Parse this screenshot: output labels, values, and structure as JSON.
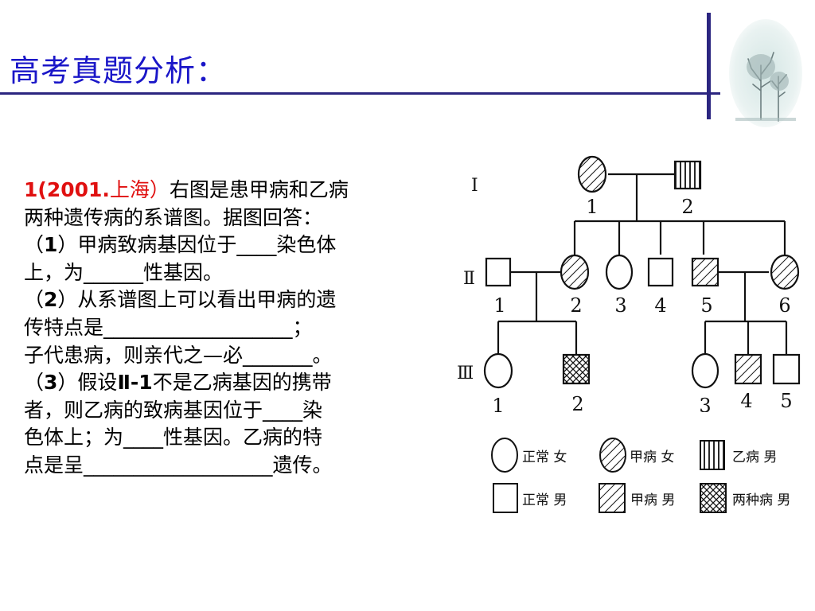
{
  "title": "高考真题分析：",
  "question": {
    "source_num": "1(2001.",
    "source_place": "上海）",
    "l1_rest": "右图是患甲病和乙病",
    "l2": "两种遗传病的系谱图。据图回答：",
    "l3_pre": "（",
    "l3_num": "1",
    "l3_rest": "）甲病致病基因位于____染色体",
    "l4": "上，为______性基因。",
    "l5_pre": "（",
    "l5_num": "2",
    "l5_rest": "）从系谱图上可以看出甲病的遗",
    "l6": "传特点是___________________；",
    "l7": "子代患病，则亲代之—必_______。",
    "l8_pre": "（",
    "l8_num": "3",
    "l8_mid": "）假设",
    "l8_ref": "Ⅱ-1",
    "l8_rest": "不是乙病基因的携带",
    "l9": "者，则乙病的致病基因位于____染",
    "l10": "色体上；为____性基因。乙病的特",
    "l11": "点是呈___________________遗传。"
  },
  "pedigree": {
    "generations": [
      "Ⅰ",
      "Ⅱ",
      "Ⅲ"
    ],
    "gen1_labels": [
      "1",
      "2"
    ],
    "gen2_labels": [
      "1",
      "2",
      "3",
      "4",
      "5",
      "6"
    ],
    "gen3_labels": [
      "1",
      "2",
      "3",
      "4",
      "5"
    ]
  },
  "legend": {
    "normal_female": "正常 女",
    "disease_a_female": "甲病 女",
    "disease_b_male": "乙病 男",
    "normal_male": "正常 男",
    "disease_a_male": "甲病 男",
    "both_male": "两种病 男"
  }
}
